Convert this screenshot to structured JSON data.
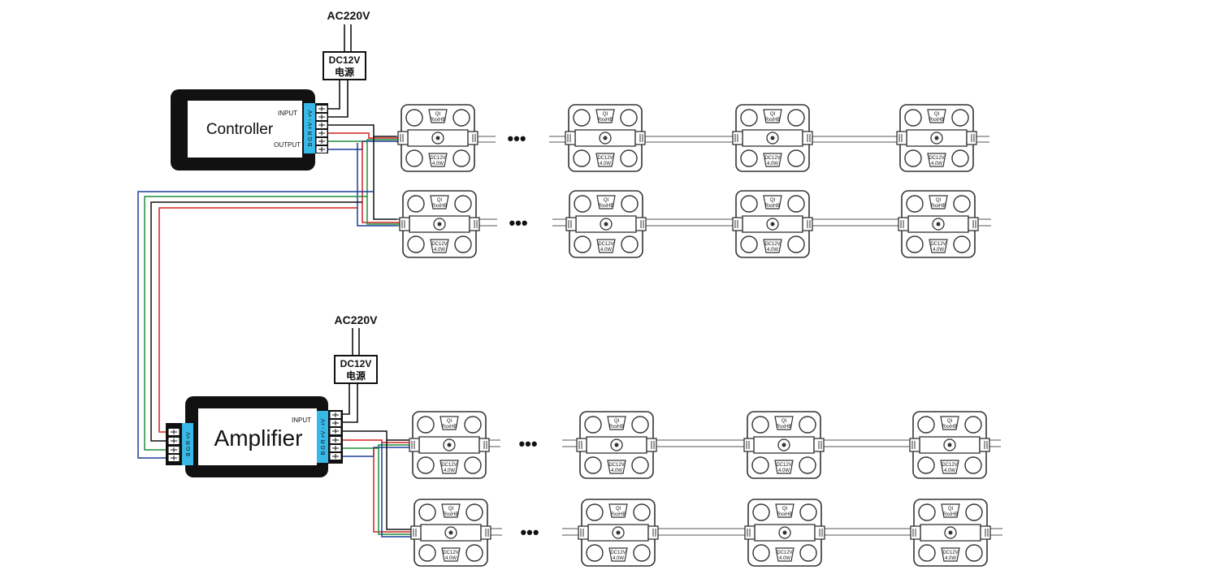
{
  "diagram": {
    "supply_voltage": "AC220V",
    "power_supply": {
      "line1": "DC12V",
      "line2": "电源"
    },
    "controller": {
      "name": "Controller",
      "input_label": "INPUT",
      "output_label": "OUTPUT",
      "terminal_labels": "B G R +V - +V"
    },
    "amplifier": {
      "name": "Amplifier",
      "input_label": "INPUT",
      "input_terminal_labels": "B G R +V",
      "output_terminal_labels": "B G R +V - +V"
    },
    "led_module": {
      "chip_label_line1": "QI",
      "chip_label_line2": "RxxHB",
      "rating_line1": "DC12V",
      "rating_line2": "4.0W"
    },
    "continuation": "•••",
    "wire_colors": {
      "positive": "#111111",
      "red": "#d42020",
      "green": "#1e8f3a",
      "blue": "#1f3c9a",
      "terminal_strip": "#39b9e8"
    }
  }
}
